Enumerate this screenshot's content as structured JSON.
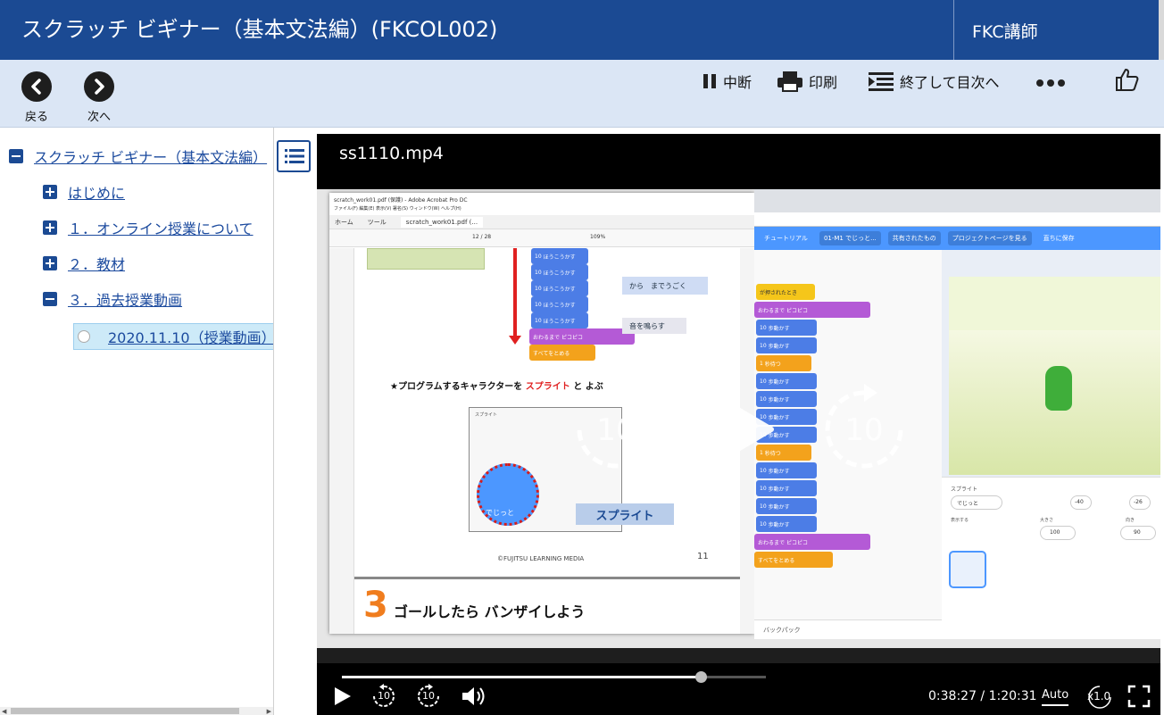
{
  "header": {
    "title": "スクラッチ ビギナー（基本文法編）(FKCOL002)",
    "user": "FKC講師"
  },
  "toolbar": {
    "back_label": "戻る",
    "next_label": "次へ",
    "pause_label": "中断",
    "print_label": "印刷",
    "exit_label": "終了して目次へ"
  },
  "sidebar": {
    "items": [
      {
        "label": "スクラッチ ビギナー（基本文法編）",
        "state": "expanded"
      },
      {
        "label": "はじめに",
        "state": "collapsed"
      },
      {
        "label": "１．オンライン授業について",
        "state": "collapsed"
      },
      {
        "label": "２．教材",
        "state": "collapsed"
      },
      {
        "label": "３．過去授業動画",
        "state": "expanded"
      }
    ],
    "selected_item": "2020.11.10（授業動画）"
  },
  "player": {
    "file_name": "ss1110.mp4",
    "skip_seconds": "10",
    "progress_fraction": 0.847,
    "current_time": "0:38:27",
    "time_separator": " / ",
    "duration": "1:20:31",
    "quality": "Auto",
    "speed": "x1.0"
  },
  "video_frame": {
    "acrobat_title": "scratch_work01.pdf (保護) - Adobe Acrobat Pro DC",
    "acrobat_menu": "ファイル(F)  編集(E)  表示(V)  署名(S)  ウィンドウ(W)  ヘルプ(H)",
    "acrobat_tab_home": "ホーム",
    "acrobat_tab_tools": "ツール",
    "acrobat_tab_doc": "scratch_work01.pdf (...",
    "page_indicator": "12 / 28",
    "zoom": "109%",
    "block_move": "ほうこうかす",
    "block_num": "10",
    "annot_color": "から　までうごく",
    "annot_sound": "音を鳴らす",
    "block_until": "おわるまで",
    "block_sound": "ピコピコ",
    "block_stop": "すべてをとめる",
    "heading_sprite_pre": "★プログラムするキャラクターを",
    "heading_sprite_word": "スプライト",
    "heading_sprite_post": "と よぶ",
    "sprite_label": "スプライト",
    "sprite_name": "でじっと",
    "callout_sprite": "スプライト",
    "copyright": "©FUJITSU LEARNING MEDIA",
    "page_number": "11",
    "section_number": "3",
    "section_title": "ゴールしたら バンザイしよう",
    "scratch_tutorial": "チュートリアル",
    "scratch_project": "01-M1 でじっと...",
    "scratch_shared": "共有されたもの",
    "scratch_project_page": "プロジェクトページを見る",
    "scratch_save": "直ちに保存",
    "scratch_flag_block": "が押されたとき",
    "scratch_move": "歩動かす",
    "scratch_wait": "秒待つ",
    "scratch_sprite_label": "スプライト",
    "scratch_sprite_name": "でじっと",
    "scratch_x": "-40",
    "scratch_y": "-26",
    "scratch_show": "表示する",
    "scratch_size_label": "大きさ",
    "scratch_size": "100",
    "scratch_dir_label": "向き",
    "scratch_dir": "90",
    "scratch_backpack": "バックパック"
  }
}
